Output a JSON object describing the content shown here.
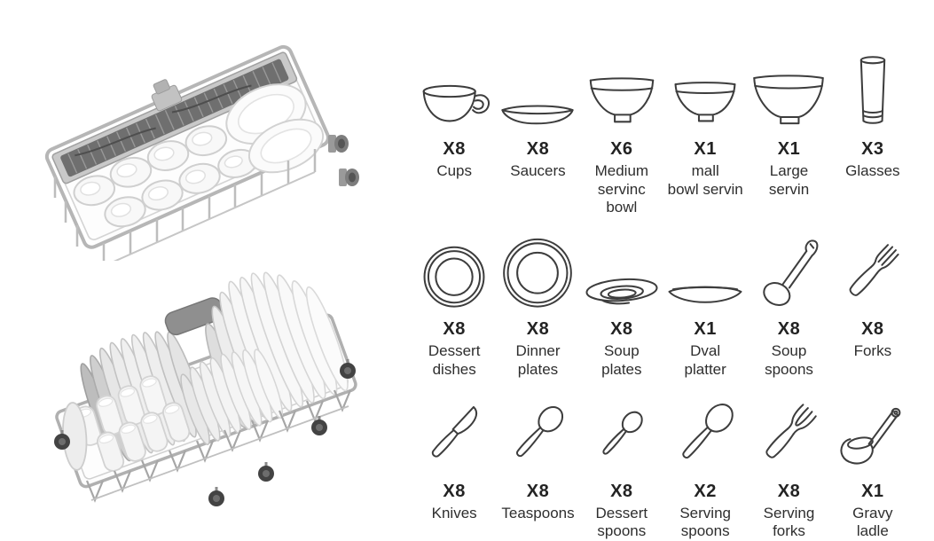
{
  "items": [
    {
      "icon": "cup",
      "count": "X8",
      "name": "Cups"
    },
    {
      "icon": "saucer",
      "count": "X8",
      "name": "Saucers"
    },
    {
      "icon": "medium-serving-bowl",
      "count": "X6",
      "name": "Medium\nservinc bowl"
    },
    {
      "icon": "small-serving-bowl",
      "count": "X1",
      "name": "mall\nbowl servin"
    },
    {
      "icon": "large-serving-bowl",
      "count": "X1",
      "name": "Large\nservin"
    },
    {
      "icon": "glass",
      "count": "X3",
      "name": "Glasses"
    },
    {
      "icon": "dessert-dish",
      "count": "X8",
      "name": "Dessert\ndishes"
    },
    {
      "icon": "dinner-plate",
      "count": "X8",
      "name": "Dinner\nplates"
    },
    {
      "icon": "soup-plate",
      "count": "X8",
      "name": "Soup\nplates"
    },
    {
      "icon": "oval-platter",
      "count": "X1",
      "name": "Dval\nplatter"
    },
    {
      "icon": "soup-spoon",
      "count": "X8",
      "name": "Soup\nspoons"
    },
    {
      "icon": "fork",
      "count": "X8",
      "name": "Forks"
    },
    {
      "icon": "knife",
      "count": "X8",
      "name": "Knives"
    },
    {
      "icon": "teaspoon",
      "count": "X8",
      "name": "Teaspoons"
    },
    {
      "icon": "dessert-spoon",
      "count": "X8",
      "name": "Dessert\nspoons"
    },
    {
      "icon": "serving-spoon",
      "count": "X2",
      "name": "Serving\nspoons"
    },
    {
      "icon": "serving-fork",
      "count": "X8",
      "name": "Serving\nforks"
    },
    {
      "icon": "gravy-ladle",
      "count": "X1",
      "name": "Gravy\nladle"
    }
  ],
  "colors": {
    "background": "#ffffff",
    "icon_outline": "#3d3d3d",
    "count_text": "#232323",
    "name_text": "#2e2e2e",
    "rack_wire": "#b6b6b6",
    "tray_dark": "#6f6f6f",
    "wheel_dark": "#434343"
  }
}
